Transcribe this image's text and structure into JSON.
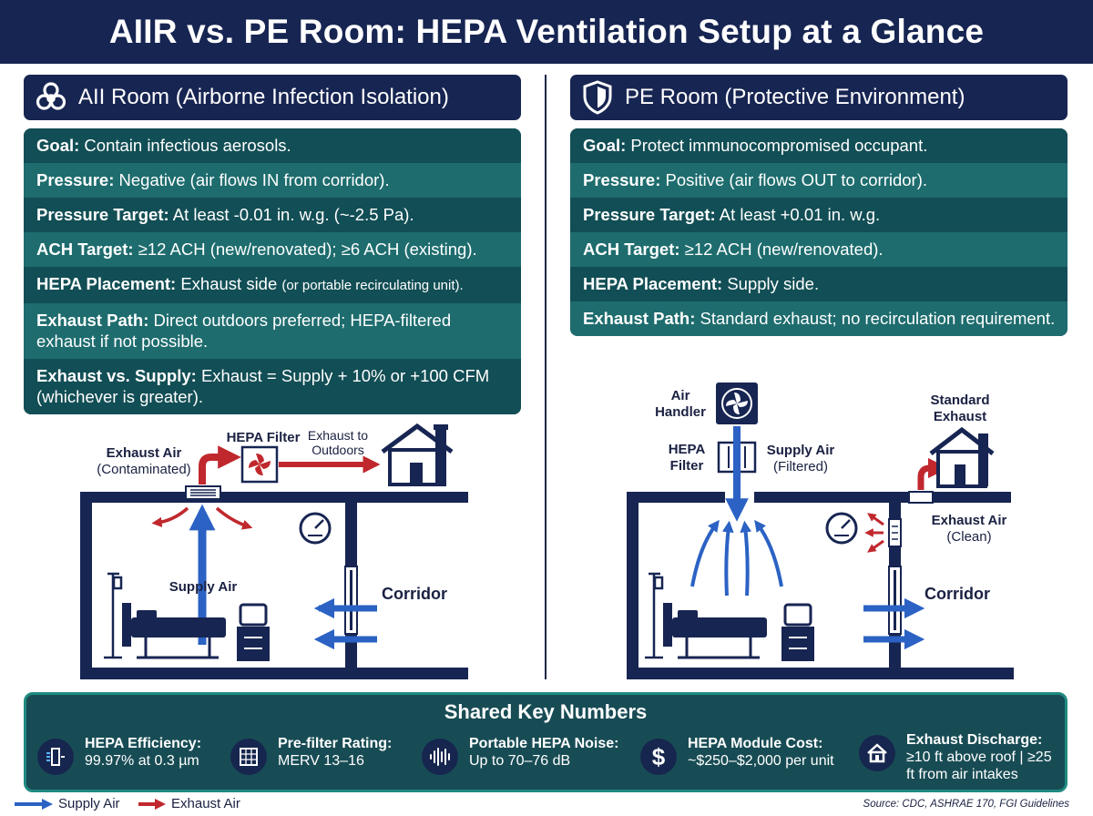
{
  "title": "AIIR vs. PE Room: HEPA Ventilation Setup at a Glance",
  "aiir": {
    "heading": "AII Room (Airborne Infection Isolation)",
    "rows": [
      {
        "label": "Goal:",
        "text": "Contain infectious aerosols."
      },
      {
        "label": "Pressure:",
        "text": "Negative (air flows IN from corridor)."
      },
      {
        "label": "Pressure Target:",
        "text": "At least -0.01 in. w.g. (~-2.5 Pa)."
      },
      {
        "label": "ACH Target:",
        "text": "≥12 ACH (new/renovated); ≥6 ACH (existing)."
      },
      {
        "label": "HEPA Placement:",
        "text": "Exhaust side",
        "small": "(or portable recirculating unit)."
      },
      {
        "label": "Exhaust Path:",
        "text": "Direct outdoors preferred; HEPA-filtered exhaust if not possible."
      },
      {
        "label": "Exhaust vs. Supply:",
        "text": "Exhaust = Supply + 10% or +100 CFM (whichever is greater)."
      }
    ],
    "diagram": {
      "exhaust_air_title": "Exhaust Air",
      "exhaust_air_sub": "(Contaminated)",
      "hepa_filter": "HEPA Filter",
      "exhaust_to_outdoors": "Exhaust to Outdoors",
      "supply_air": "Supply Air",
      "corridor": "Corridor"
    }
  },
  "pe": {
    "heading": "PE Room (Protective Environment)",
    "rows": [
      {
        "label": "Goal:",
        "text": "Protect immunocompromised occupant."
      },
      {
        "label": "Pressure:",
        "text": "Positive (air flows OUT to corridor)."
      },
      {
        "label": "Pressure Target:",
        "text": "At least +0.01 in. w.g."
      },
      {
        "label": "ACH Target:",
        "text": "≥12 ACH (new/renovated)."
      },
      {
        "label": "HEPA Placement:",
        "text": "Supply side."
      },
      {
        "label": "Exhaust Path:",
        "text": "Standard exhaust; no recirculation requirement."
      }
    ],
    "diagram": {
      "air_handler": "Air Handler",
      "hepa_filter": "HEPA Filter",
      "supply_air_title": "Supply Air",
      "supply_air_sub": "(Filtered)",
      "standard_exhaust": "Standard Exhaust",
      "exhaust_air_title": "Exhaust Air",
      "exhaust_air_sub": "(Clean)",
      "corridor": "Corridor"
    }
  },
  "shared": {
    "title": "Shared Key Numbers",
    "items": [
      {
        "title": "HEPA Efficiency:",
        "value": "99.97% at 0.3 µm",
        "icon": "hepa-filter-icon"
      },
      {
        "title": "Pre-filter Rating:",
        "value": "MERV 13–16",
        "icon": "mesh-filter-icon"
      },
      {
        "title": "Portable HEPA Noise:",
        "value": "Up to 70–76 dB",
        "icon": "sound-wave-icon"
      },
      {
        "title": "HEPA Module Cost:",
        "value": "~$250–$2,000 per unit",
        "icon": "dollar-icon"
      },
      {
        "title": "Exhaust Discharge:",
        "value": "≥10 ft above roof | ≥25 ft from air intakes",
        "icon": "house-icon"
      }
    ]
  },
  "legend": {
    "supply": "Supply Air",
    "exhaust": "Exhaust Air"
  },
  "source": "Source: CDC, ASHRAE 170, FGI Guidelines",
  "colors": {
    "navy": "#172552",
    "teal_dark": "#124e55",
    "teal_light": "#1e6c6e",
    "supply_blue": "#2b62c4",
    "exhaust_red": "#c0282d"
  }
}
